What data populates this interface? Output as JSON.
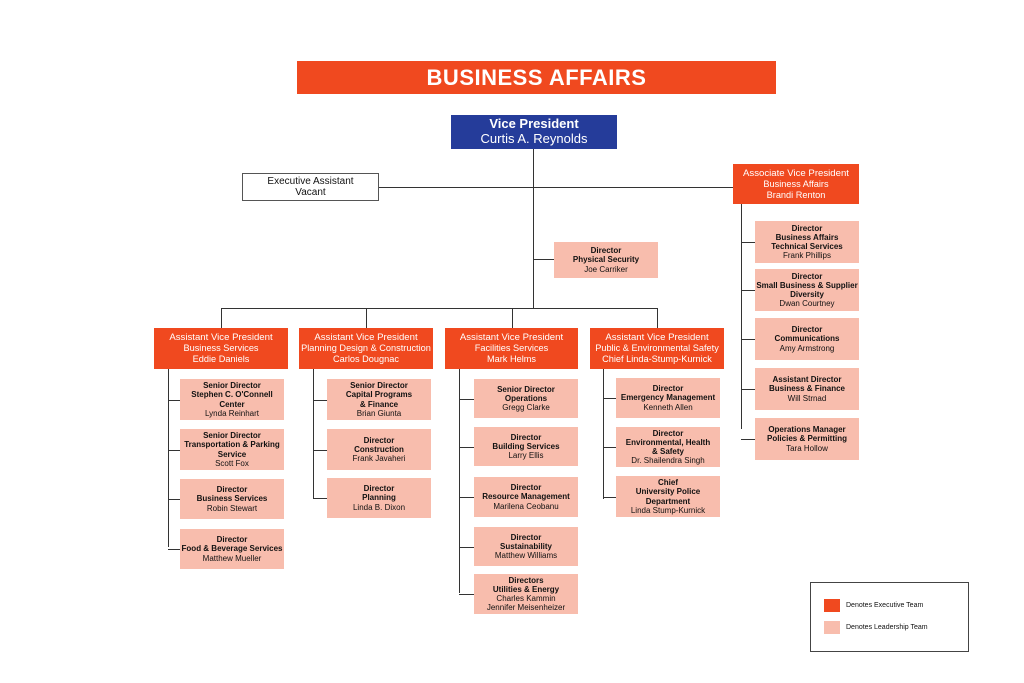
{
  "title": "BUSINESS AFFAIRS",
  "colors": {
    "vp_blue": "#253c9a",
    "executive": "#f0491f",
    "leadership": "#f8bdad"
  },
  "vp": {
    "role": "Vice President",
    "name": "Curtis A. Reynolds"
  },
  "exec_assistant": {
    "role": "Executive Assistant",
    "name": "Vacant"
  },
  "physical_security": {
    "role": "Director",
    "unit": "Physical Security",
    "name": "Joe Carriker"
  },
  "avp_business_affairs": {
    "role": "Associate Vice President",
    "unit": "Business Affairs",
    "name": "Brandi Renton",
    "reports": [
      {
        "role": "Director",
        "unit": "Business Affairs\nTechnical Services",
        "name": "Frank Phillips"
      },
      {
        "role": "Director",
        "unit": "Small Business & Supplier\nDiversity",
        "name": "Dwan Courtney"
      },
      {
        "role": "Director",
        "unit": "Communications",
        "name": "Amy Armstrong"
      },
      {
        "role": "Assistant Director",
        "unit": "Business & Finance",
        "name": "Will Strnad"
      },
      {
        "role": "Operations Manager",
        "unit": "Policies & Permitting",
        "name": "Tara Hollow"
      }
    ]
  },
  "divisions": [
    {
      "role": "Assistant Vice President",
      "unit": "Business Services",
      "name": "Eddie Daniels",
      "reports": [
        {
          "role": "Senior Director",
          "unit": "Stephen C. O'Connell\nCenter",
          "name": "Lynda Reinhart"
        },
        {
          "role": "Senior Director",
          "unit": "Transportation & Parking\nService",
          "name": "Scott Fox"
        },
        {
          "role": "Director",
          "unit": "Business Services",
          "name": "Robin Stewart"
        },
        {
          "role": "Director",
          "unit": "Food & Beverage Services",
          "name": "Matthew Mueller"
        }
      ]
    },
    {
      "role": "Assistant Vice President",
      "unit": "Planning Design & Construction",
      "name": "Carlos Dougnac",
      "reports": [
        {
          "role": "Senior Director",
          "unit": "Capital Programs\n& Finance",
          "name": "Brian Giunta"
        },
        {
          "role": "Director",
          "unit": "Construction",
          "name": "Frank Javaheri"
        },
        {
          "role": "Director",
          "unit": "Planning",
          "name": "Linda B. Dixon"
        }
      ]
    },
    {
      "role": "Assistant Vice President",
      "unit": "Facilities Services",
      "name": "Mark Helms",
      "reports": [
        {
          "role": "Senior Director",
          "unit": "Operations",
          "name": "Gregg Clarke"
        },
        {
          "role": "Director",
          "unit": "Building Services",
          "name": "Larry Ellis"
        },
        {
          "role": "Director",
          "unit": "Resource Management",
          "name": "Marilena Ceobanu"
        },
        {
          "role": "Director",
          "unit": "Sustainability",
          "name": "Matthew Williams"
        },
        {
          "role": "Directors",
          "unit": "Utilities & Energy",
          "name": "Charles Kammin\nJennifer Meisenheizer"
        }
      ]
    },
    {
      "role": "Assistant Vice President",
      "unit": "Public & Environmental  Safety",
      "name": "Chief Linda-Stump-Kurnick",
      "reports": [
        {
          "role": "Director",
          "unit": "Emergency Management",
          "name": "Kenneth Allen"
        },
        {
          "role": "Director",
          "unit": "Environmental, Health\n& Safety",
          "name": "Dr. Shailendra Singh"
        },
        {
          "role": "Chief",
          "unit": "University Police\nDepartment",
          "name": "Linda Stump-Kurnick"
        }
      ]
    }
  ],
  "legend": {
    "executive_label": "Denotes Executive Team",
    "leadership_label": "Denotes Leadership Team"
  }
}
